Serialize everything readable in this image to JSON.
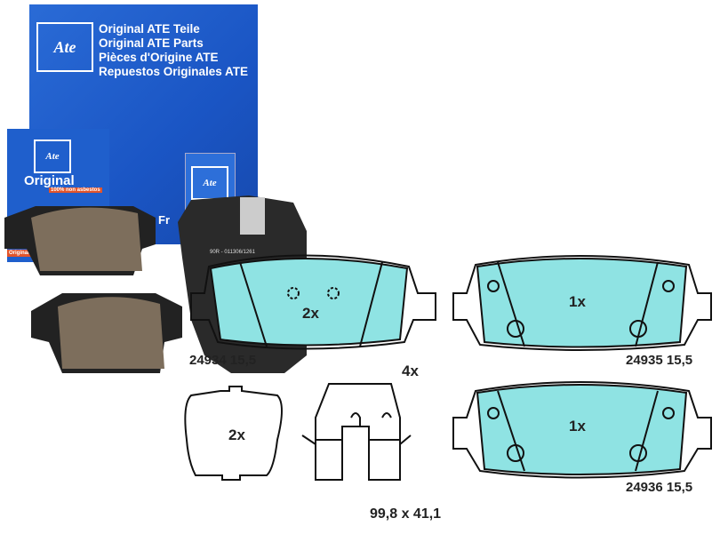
{
  "brand_box": {
    "logo": "Ate",
    "lines": [
      "Original ATE Teile",
      "Original ATE Parts",
      "Pièces d'Origine ATE",
      "Repuestos Originales ATE"
    ],
    "partial_text": "Fr"
  },
  "small_box": {
    "title": "Original",
    "badge": "100% non asbestos",
    "bottom_strip": "Original"
  },
  "pad_marking": "90R - 011306/1261",
  "drawings": {
    "pad_a": {
      "qty": "2x",
      "part": "24934",
      "thickness": "15,5"
    },
    "pad_b": {
      "qty": "1x",
      "part": "24935",
      "thickness": "15,5"
    },
    "pad_c": {
      "qty": "1x",
      "part": "24936",
      "thickness": "15,5"
    },
    "shim": {
      "qty": "2x"
    },
    "clip": {
      "qty": "4x"
    },
    "dimensions": "99,8 x 41,1"
  },
  "colors": {
    "box_blue": "#1a55c4",
    "pad_fill": "#8fe3e3",
    "pad_friction": "#7d6e5c"
  }
}
